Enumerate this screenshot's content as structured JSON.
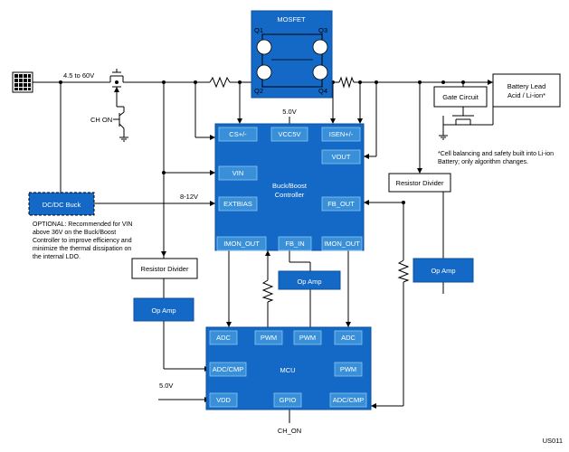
{
  "mosfet": {
    "title": "MOSFET",
    "q1": "Q1",
    "q2": "Q2",
    "q3": "Q3",
    "q4": "Q4"
  },
  "input": {
    "voltage_range": "4.5 to 60V",
    "ch_on": "CH ON"
  },
  "controller": {
    "title_line1": "Buck/Boost",
    "title_line2": "Controller",
    "vcc_label": "5.0V",
    "pins": {
      "cs": "CS+/-",
      "vcc5v": "VCC5V",
      "isen": "ISEN+/-",
      "vout": "VOUT",
      "vin": "VIN",
      "extbias": "EXTBIAS",
      "fb_out": "FB_OUT",
      "imon_out_left": "IMON_OUT",
      "fb_in": "FB_IN",
      "imon_out_right": "IMON_OUT"
    }
  },
  "dcdc": {
    "label": "DC/DC Buck",
    "extbias_voltage": "8-12V"
  },
  "optional_note": [
    "OPTIONAL: Recommended for VIN",
    "above 36V on the Buck/Boost",
    "Controller to improve efficiency and",
    "minimize the thermal dissipation on",
    "the internal LDO."
  ],
  "battery": {
    "line1": "Battery Lead",
    "line2": "Acid / Li-ion*"
  },
  "gate_circuit": "Gate Circuit",
  "battery_note": [
    "*Cell balancing and safety built into Li-ion",
    "Battery; only algorithm changes."
  ],
  "resistor_divider_right": "Resistor Divider",
  "resistor_divider_left": "Resistor Divider",
  "op_amp_left": "Op Amp",
  "op_amp_center": "Op Amp",
  "op_amp_right": "Op Amp",
  "mcu": {
    "title": "MCU",
    "vdd_voltage": "5.0V",
    "ch_on": "CH_ON",
    "pins": {
      "adc_top_left": "ADC",
      "pwm_1": "PWM",
      "pwm_2": "PWM",
      "adc_top_right": "ADC",
      "adc_cmp_left": "ADC/CMP",
      "pwm_right": "PWM",
      "vdd": "VDD",
      "gpio": "GPIO",
      "adc_cmp_right": "ADC/CMP"
    }
  },
  "figure_id": "US011"
}
